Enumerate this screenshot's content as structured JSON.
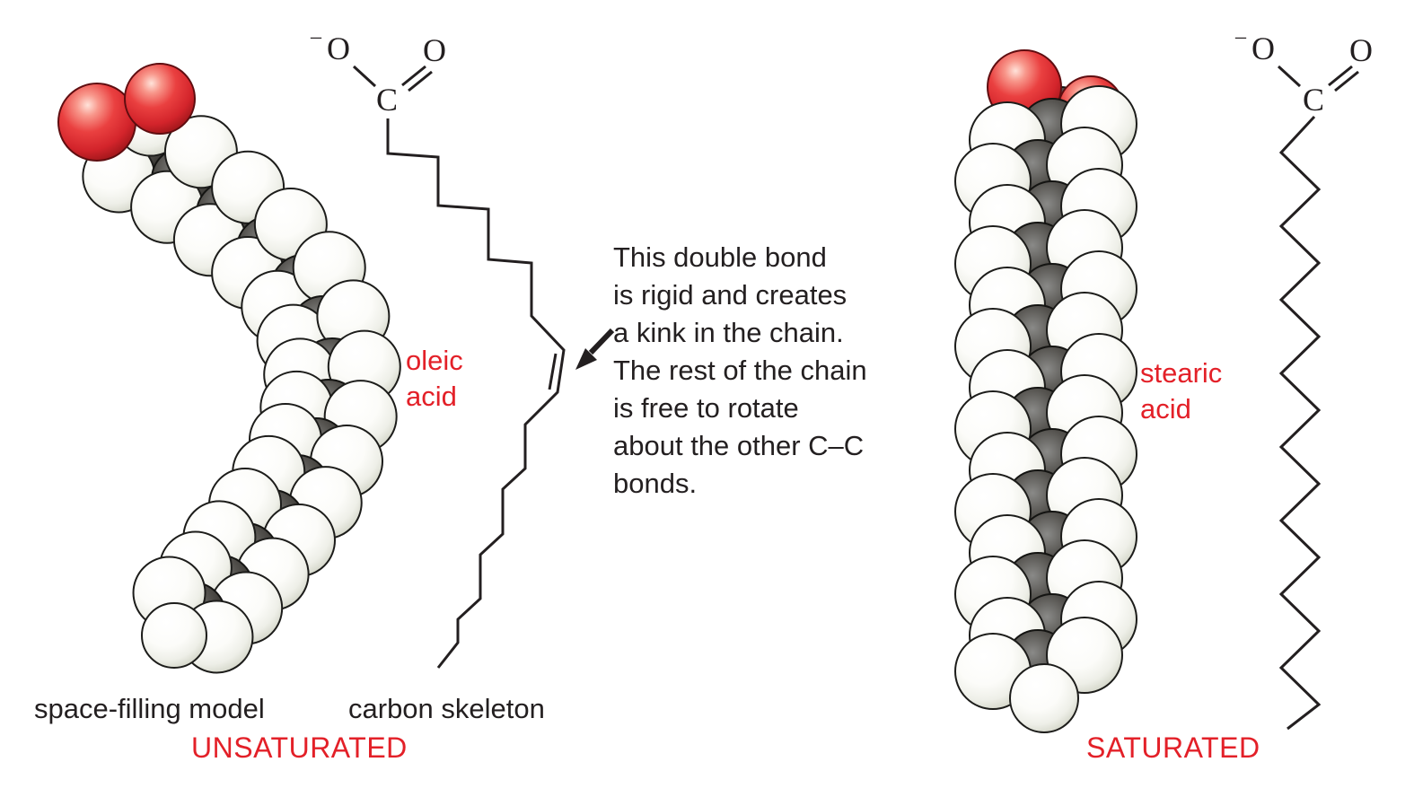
{
  "annotation": {
    "lines": [
      "This double bond",
      "is rigid and creates",
      "a kink in the chain.",
      "The rest of the chain",
      "is free to rotate",
      "about the other C–C",
      "bonds."
    ]
  },
  "labels": {
    "oleic": {
      "name_line1": "oleic",
      "name_line2": "acid"
    },
    "stearic": {
      "name_line1": "stearic",
      "name_line2": "acid"
    },
    "space_filling_caption": "space-filling model",
    "carbon_skeleton_caption": "carbon skeleton",
    "unsaturated": "UNSATURATED",
    "saturated": "SATURATED"
  },
  "atoms": {
    "oxygen": "O",
    "carbon": "C",
    "charge_minus": "–"
  },
  "colors": {
    "label_red": "#e32028",
    "ink": "#231f20",
    "oxygen_sphere_red": "#d8232a",
    "hydrogen_sphere_white": "#f4f5ef",
    "carbon_sphere_dark": "#3a3835"
  }
}
